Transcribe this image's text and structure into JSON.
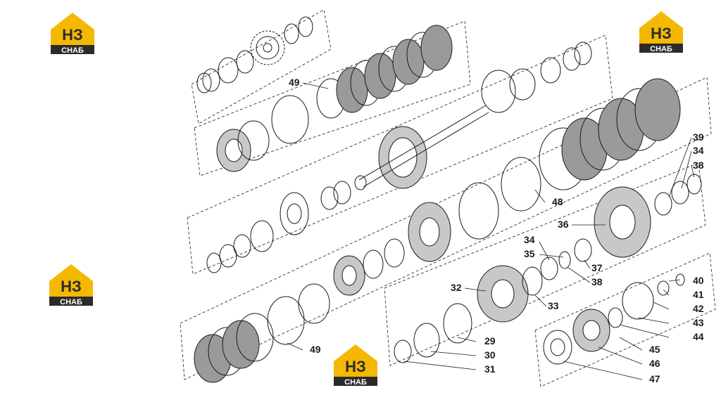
{
  "logo": {
    "mark": "НЗ",
    "caption": "СНАБ",
    "icon": "house-logo-icon",
    "accent": "#f5b800",
    "dark": "#2b2b2b"
  },
  "callouts": [
    "49",
    "48",
    "39",
    "34",
    "38",
    "36",
    "34",
    "35",
    "37",
    "38",
    "32",
    "33",
    "40",
    "41",
    "42",
    "43",
    "44",
    "29",
    "30",
    "31",
    "45",
    "46",
    "47",
    "49"
  ],
  "colors": {
    "line": "#1a1a1a",
    "shade": "#9a9a9a",
    "plate": "#c8c8c8"
  }
}
